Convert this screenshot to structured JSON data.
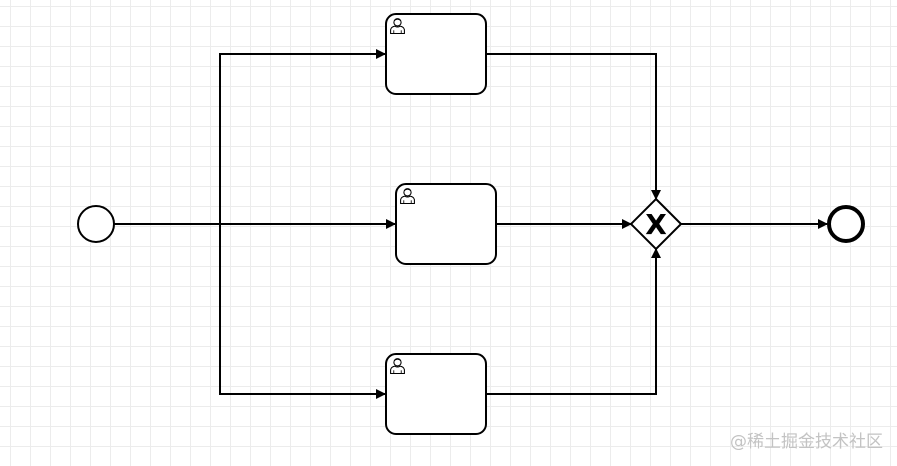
{
  "diagram": {
    "type": "bpmn-process",
    "elements": [
      {
        "kind": "start-event"
      },
      {
        "kind": "user-task",
        "label": ""
      },
      {
        "kind": "user-task",
        "label": ""
      },
      {
        "kind": "user-task",
        "label": ""
      },
      {
        "kind": "exclusive-gateway",
        "marker": "X"
      },
      {
        "kind": "end-event"
      }
    ],
    "gateway_marker": "X"
  },
  "watermark": "@稀土掘金技术社区"
}
